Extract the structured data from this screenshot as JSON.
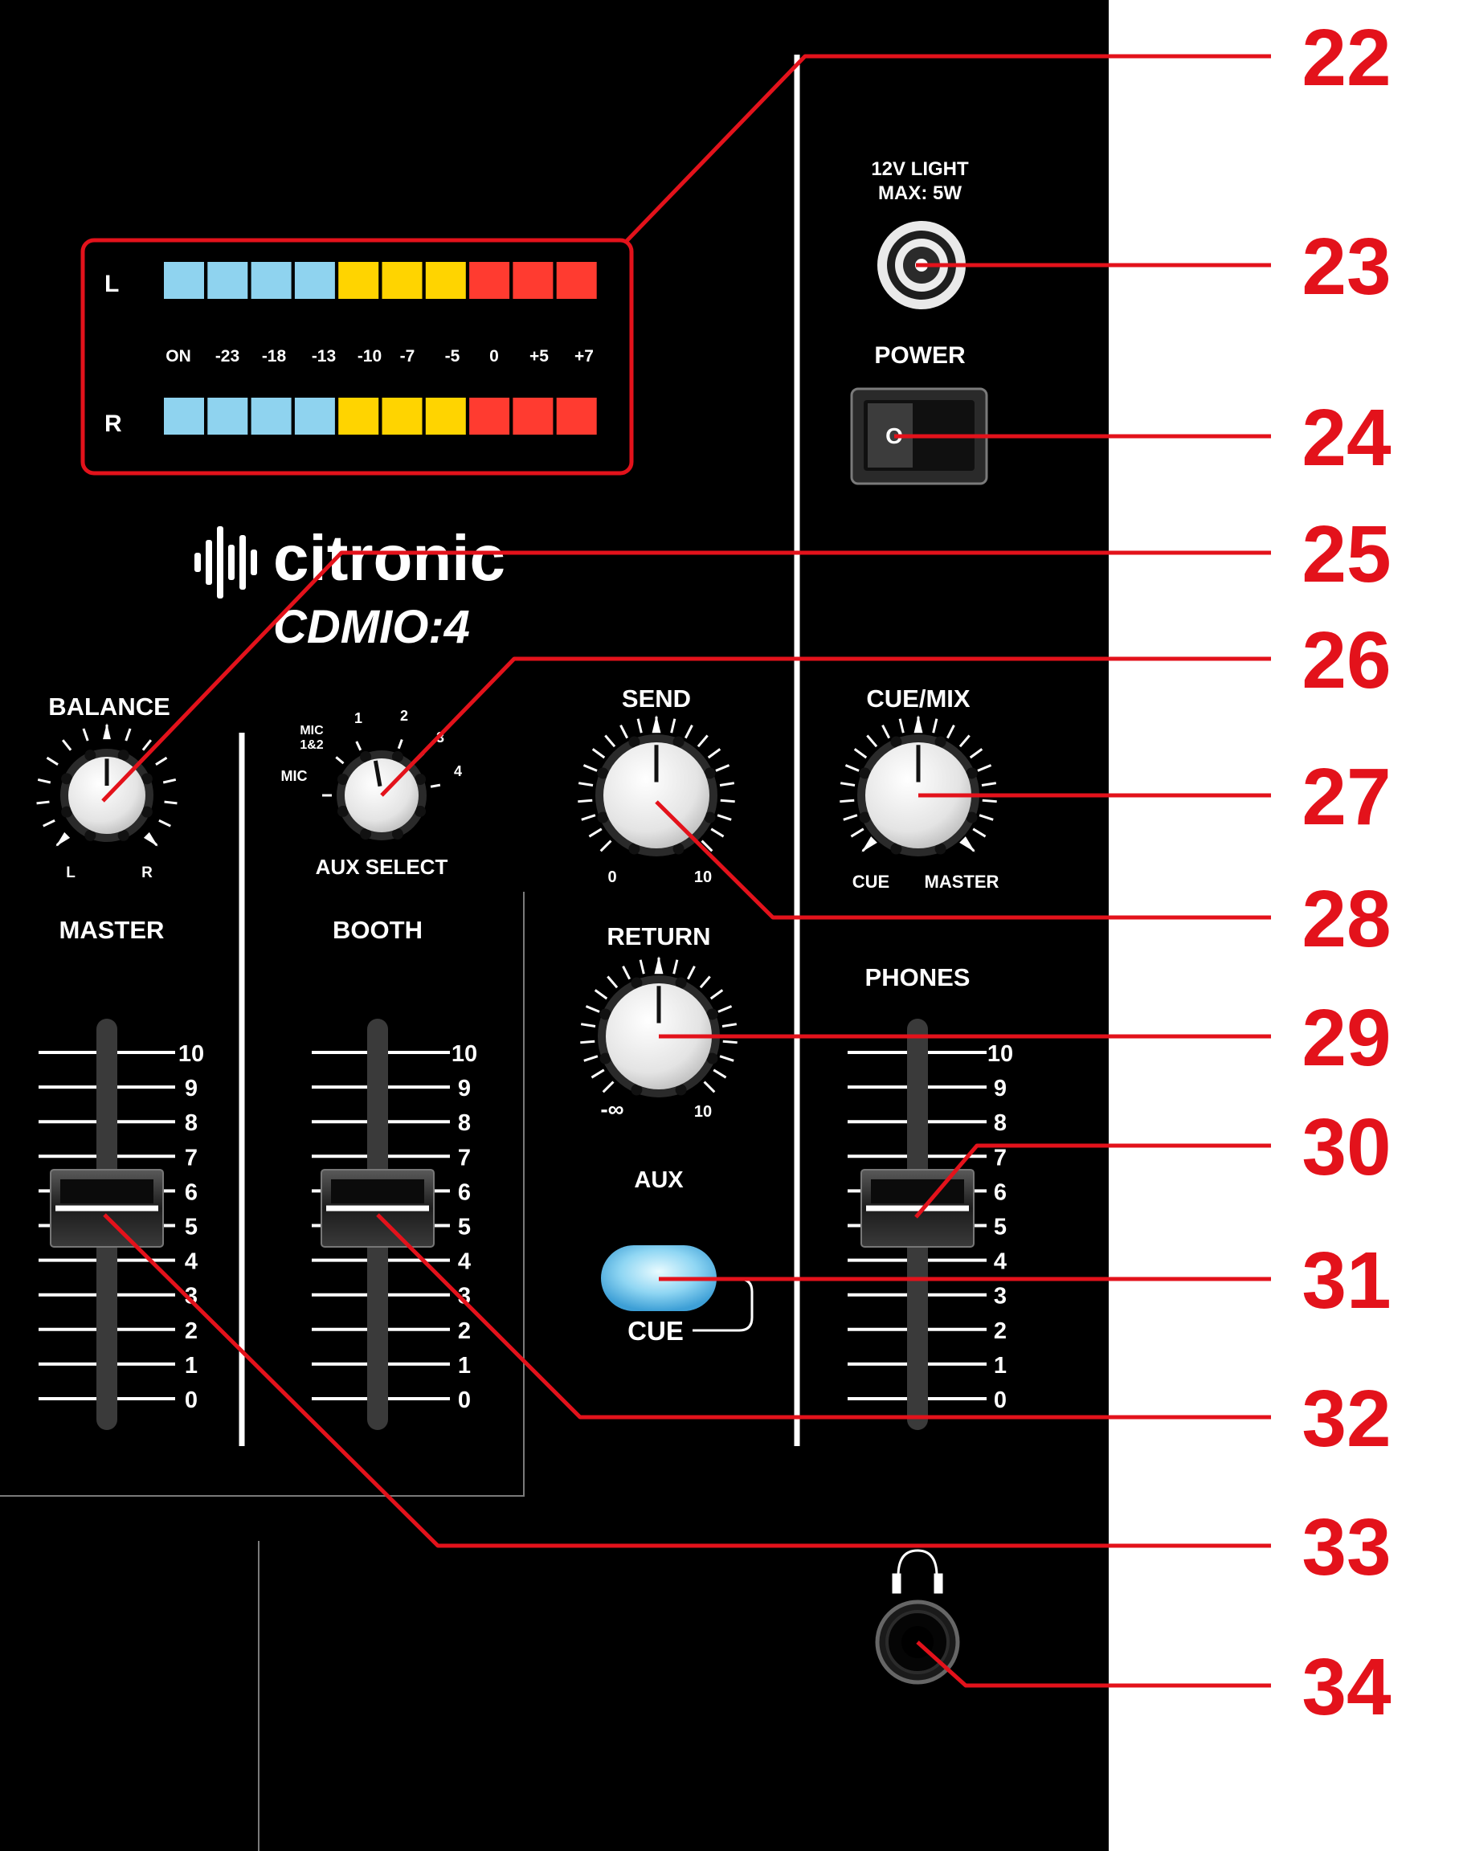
{
  "meter": {
    "left_label": "L",
    "right_label": "R",
    "scale": [
      "ON",
      "-23",
      "-18",
      "-13",
      "-10",
      "-7",
      "-5",
      "0",
      "+5",
      "+7"
    ],
    "segment_colors": [
      "#8fd3ef",
      "#8fd3ef",
      "#8fd3ef",
      "#8fd3ef",
      "#ffd400",
      "#ffd400",
      "#ffd400",
      "#ff3b30",
      "#ff3b30",
      "#ff3b30"
    ]
  },
  "brand": {
    "name": "citronic",
    "model": "CDMIO:4"
  },
  "labels": {
    "light": [
      "12V LIGHT",
      "MAX: 5W"
    ],
    "power": "POWER",
    "balance": "BALANCE",
    "balance_l": "L",
    "balance_r": "R",
    "aux_select": "AUX SELECT",
    "aux_positions": [
      "MIC",
      "MIC",
      "1&2",
      "1",
      "2",
      "3",
      "4"
    ],
    "send": "SEND",
    "send_min": "0",
    "send_max": "10",
    "cue_mix": "CUE/MIX",
    "cue_mix_left": "CUE",
    "cue_mix_right": "MASTER",
    "return": "RETURN",
    "return_min": "-∞",
    "return_max": "10",
    "master": "MASTER",
    "booth": "BOOTH",
    "phones": "PHONES",
    "aux": "AUX",
    "cue_button": "CUE",
    "power_switch_symbol": "O"
  },
  "fader_scale": [
    "10",
    "9",
    "8",
    "7",
    "6",
    "5",
    "4",
    "3",
    "2",
    "1",
    "0"
  ],
  "faders": [
    {
      "name": "master",
      "level": 5.5
    },
    {
      "name": "booth",
      "level": 5.5
    },
    {
      "name": "phones",
      "level": 5.5
    }
  ],
  "callouts": [
    "22",
    "23",
    "24",
    "25",
    "26",
    "27",
    "28",
    "29",
    "30",
    "31",
    "32",
    "33",
    "34"
  ],
  "colors": {
    "panel": "#000000",
    "callout": "#e3121b",
    "text": "#ffffff",
    "cue_button": "#5fb8e6"
  }
}
